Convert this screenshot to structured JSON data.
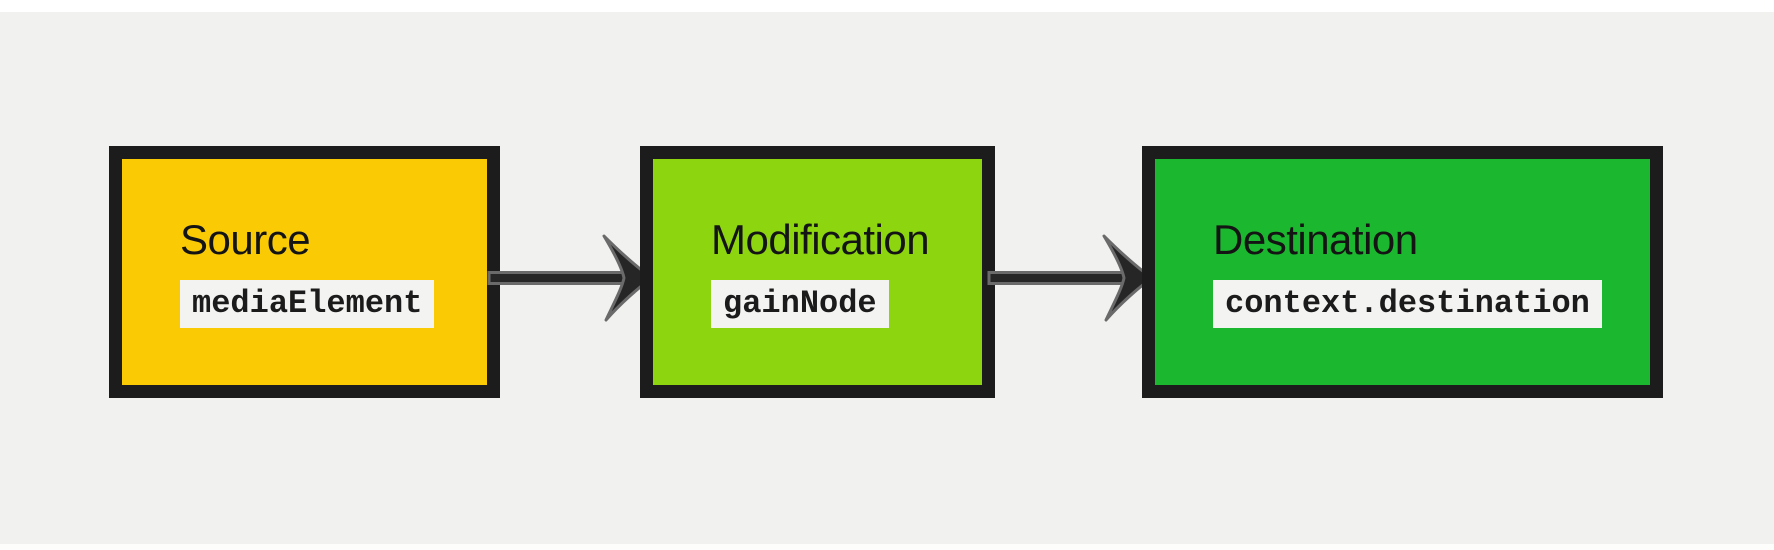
{
  "page": {
    "background": "#F1F1EF",
    "top_strip_color": "#FFFFFF"
  },
  "diagram": {
    "type": "flow",
    "nodes": [
      {
        "label": "Source",
        "code": "mediaElement",
        "fill": "#FACB04"
      },
      {
        "label": "Modification",
        "code": "gainNode",
        "fill": "#8CD50F"
      },
      {
        "label": "Destination",
        "code": "context.destination",
        "fill": "#1BB82F"
      }
    ],
    "arrows": [
      {
        "name": "source-to-modification",
        "fill": "#262626",
        "stroke": "#6A6A6A"
      },
      {
        "name": "modification-to-destination",
        "fill": "#262626",
        "stroke": "#6A6A6A"
      }
    ],
    "colors": {
      "node_border": "#1C1C1C",
      "chip_background": "#F3F3F1",
      "label_text": "#141414",
      "code_text": "#1B1B1B"
    }
  }
}
